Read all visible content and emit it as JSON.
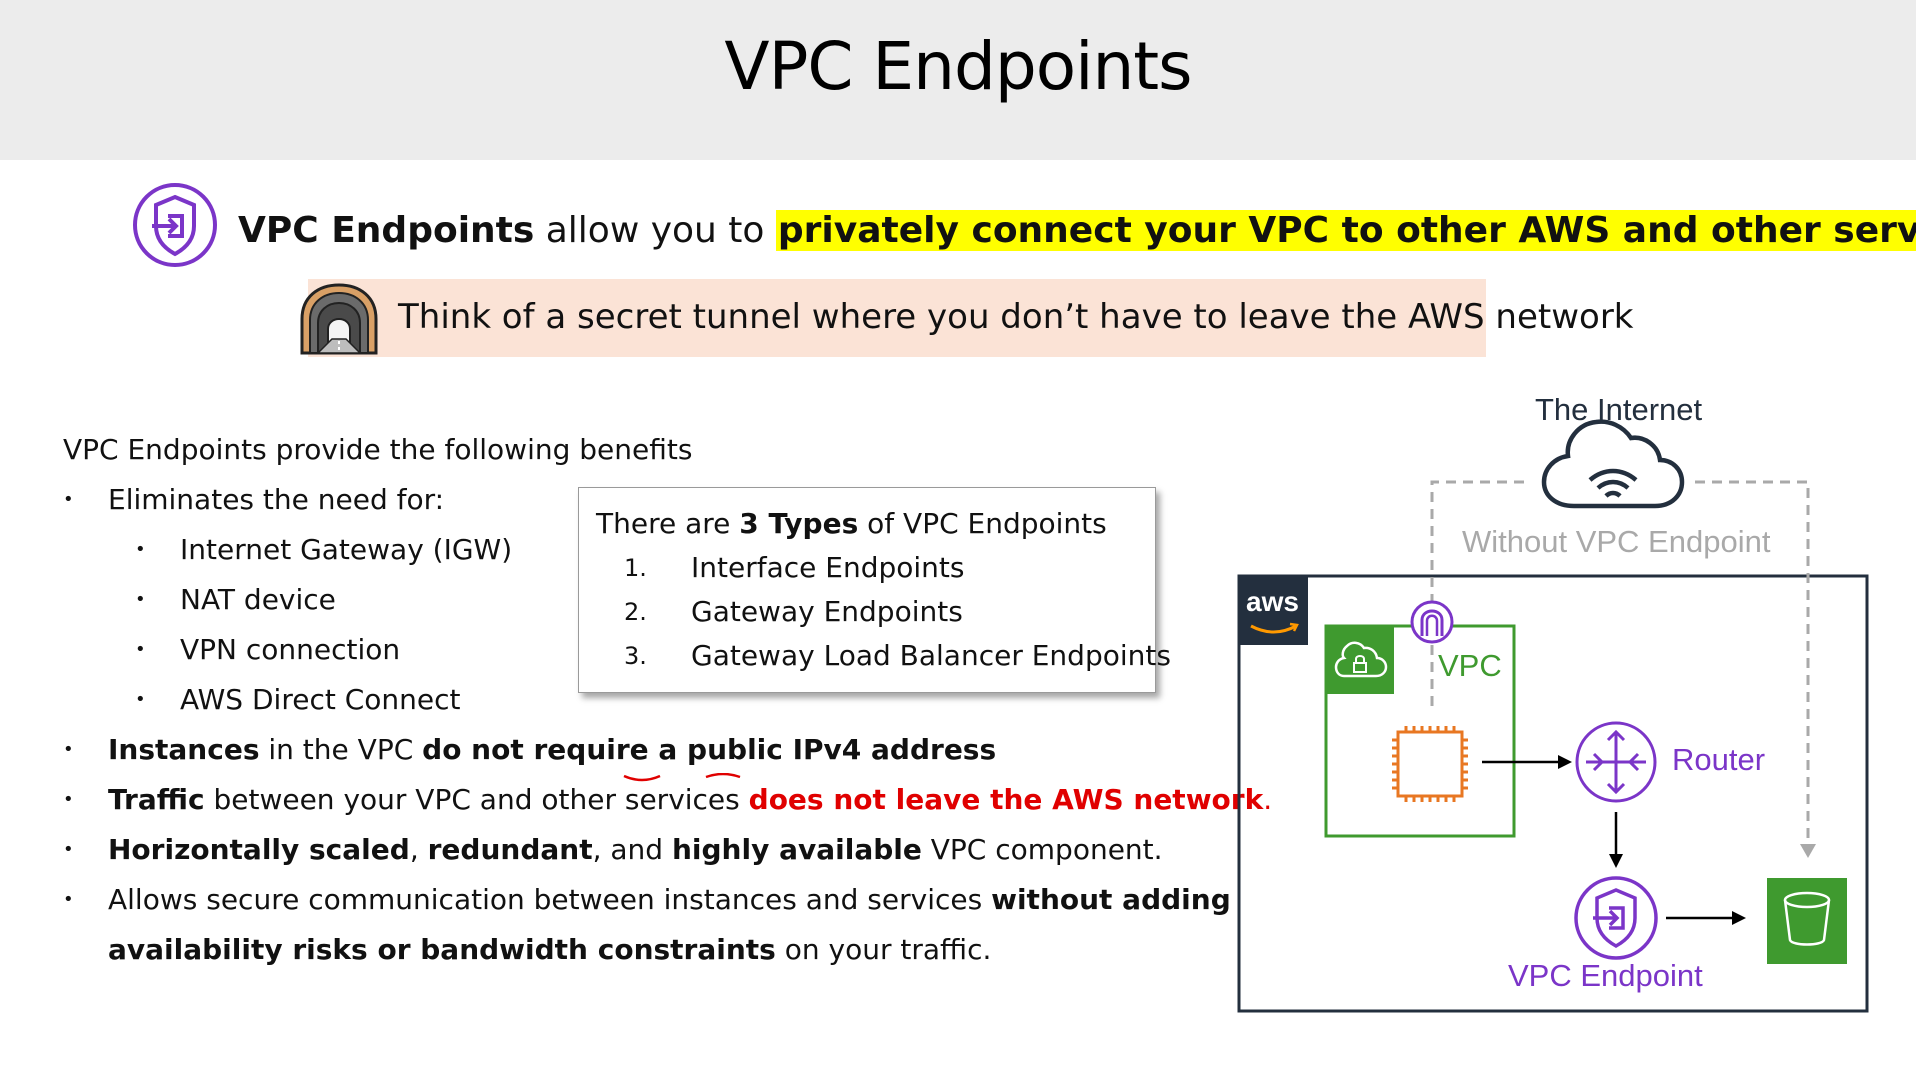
{
  "title": "VPC Endpoints",
  "headline": {
    "bold_lead": "VPC Endpoints",
    "middle": " allow you to ",
    "highlight": "privately connect your VPC to other AWS and other services"
  },
  "callout": {
    "text": "Think of a secret tunnel where you don’t have to leave the AWS network"
  },
  "benefits": {
    "intro": "VPC Endpoints provide the following benefits",
    "eliminates": "Eliminates the need for:",
    "sub_items": [
      "Internet Gateway (IGW)",
      "NAT device",
      "VPN connection",
      "AWS Direct Connect"
    ],
    "b2": {
      "p1": "Instances",
      "p2": " in the VPC ",
      "p3": "do not require a public IPv4 address"
    },
    "b3": {
      "p1": "Traffic",
      "p2": " between your VPC and other services ",
      "p3": "does not leave the AWS network",
      "p4": "."
    },
    "b4": {
      "p1": "Horizontally scaled",
      "p2": ", ",
      "p3": "redundant",
      "p4": ", and ",
      "p5": "highly available",
      "p6": " VPC component."
    },
    "b5": {
      "p1": "Allows secure communication between instances and services ",
      "p2": "without adding",
      "p3": "availability risks or bandwidth constraints",
      "p4": " on your traffic."
    }
  },
  "types_box": {
    "lead": "There are ",
    "bold": "3 Types",
    "tail": " of VPC Endpoints",
    "items": [
      {
        "num": "1.",
        "label": "Interface Endpoints"
      },
      {
        "num": "2.",
        "label": "Gateway Endpoints"
      },
      {
        "num": "3.",
        "label": "Gateway Load Balancer Endpoints"
      }
    ]
  },
  "diagram": {
    "internet_label": "The Internet",
    "without_label": "Without VPC Endpoint",
    "aws_logo": "aws",
    "vpc_label": "VPC",
    "router_label": "Router",
    "endpoint_label": "VPC Endpoint"
  },
  "colors": {
    "title_band": "#ececec",
    "highlight": "#ffff00",
    "callout_bg": "#fbe3d6",
    "purple": "#7b35c8",
    "green": "#3f9a2f",
    "orange": "#e87722",
    "red": "#e00000",
    "aws_dark": "#232f3e",
    "dashed_gray": "#a9a9a9"
  },
  "icons": [
    "vpc-endpoint-shield-icon",
    "tunnel-icon",
    "cloud-wifi-icon",
    "aws-logo-icon",
    "vpc-cloud-lock-icon",
    "internet-gateway-icon",
    "ec2-chip-icon",
    "router-icon",
    "vpc-endpoint-icon",
    "s3-bucket-icon"
  ]
}
